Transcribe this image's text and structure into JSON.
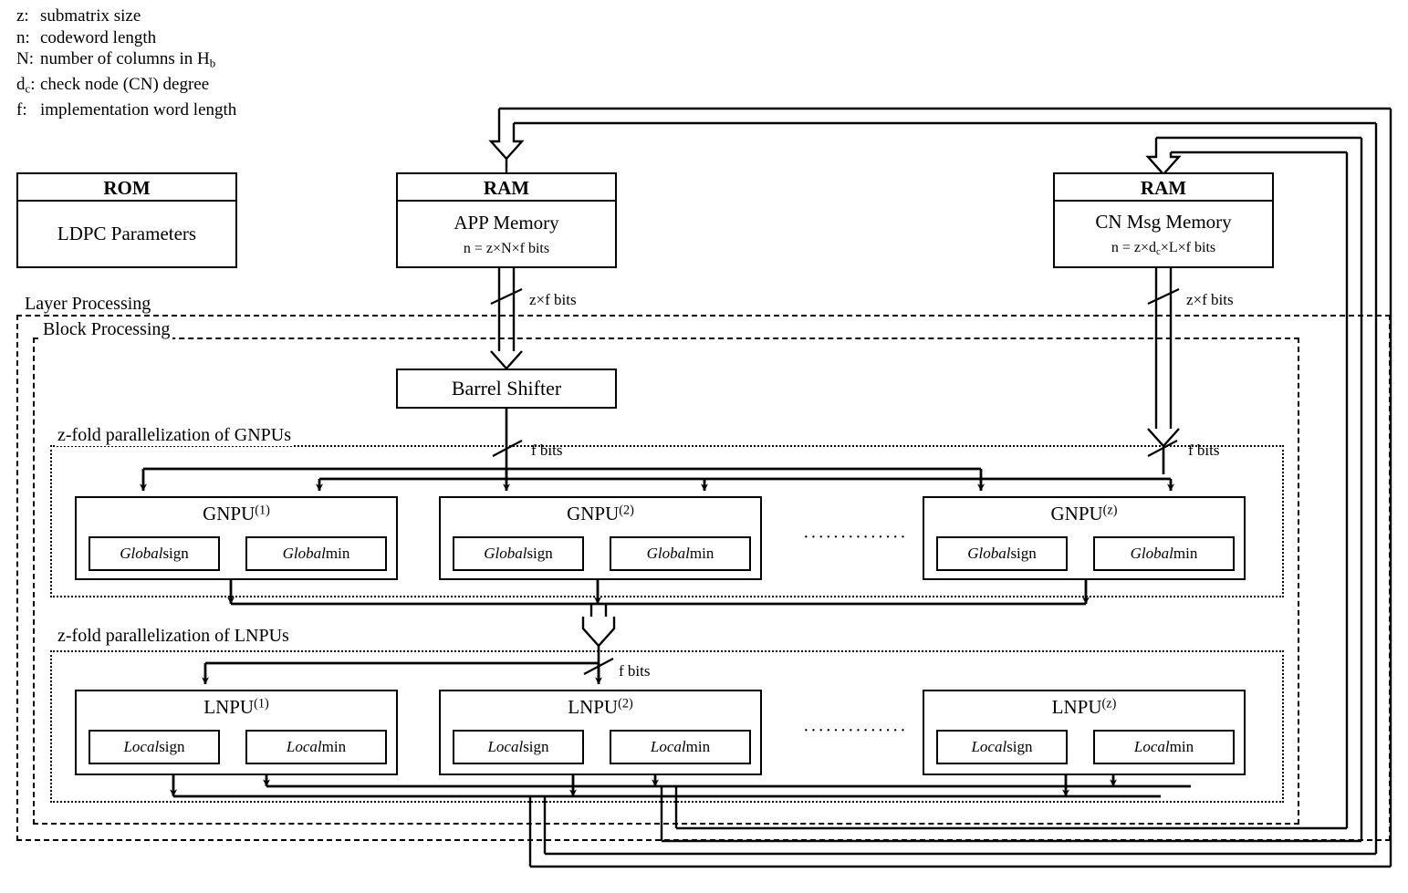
{
  "legend": {
    "items": [
      {
        "key": "z:",
        "text": "submatrix size"
      },
      {
        "key": "n:",
        "text": "codeword length"
      },
      {
        "key": "N:",
        "text": "number of columns in H",
        "sub": "b"
      },
      {
        "key": "d",
        "keysub": "c",
        "keytail": ":",
        "text": "check node  (CN) degree"
      },
      {
        "key": "f:",
        "text": "implementation word length"
      }
    ]
  },
  "blocks": {
    "rom": {
      "title": "ROM",
      "body": "LDPC Parameters"
    },
    "app_ram": {
      "title": "RAM",
      "name": "APP Memory",
      "size": "n = z×N×f bits"
    },
    "cn_ram": {
      "title": "RAM",
      "name": "CN Msg Memory",
      "size_pre": "n = z×d",
      "size_sub": "c",
      "size_post": "×L×f bits"
    },
    "barrel_shifter": {
      "label": "Barrel Shifter"
    }
  },
  "frames": {
    "layer_processing": "Layer Processing",
    "block_processing": "Block Processing",
    "gnpu_group": "z-fold parallelization of GNPUs",
    "lnpu_group": "z-fold parallelization of LNPUs"
  },
  "gnpus": [
    {
      "title": "GNPU",
      "index": "(1)",
      "sub_left_em": "Global",
      "sub_left": " sign",
      "sub_right_em": "Global",
      "sub_right": " min"
    },
    {
      "title": "GNPU",
      "index": "(2)",
      "sub_left_em": "Global",
      "sub_left": " sign",
      "sub_right_em": "Global",
      "sub_right": " min"
    },
    {
      "title": "GNPU",
      "index": "(z)",
      "sub_left_em": "Global",
      "sub_left": " sign",
      "sub_right_em": "Global",
      "sub_right": " min"
    }
  ],
  "lnpus": [
    {
      "title": "LNPU",
      "index": "(1)",
      "sub_left_em": "Local",
      "sub_left": " sign",
      "sub_right_em": "Local",
      "sub_right": " min"
    },
    {
      "title": "LNPU",
      "index": "(2)",
      "sub_left_em": "Local",
      "sub_left": " sign",
      "sub_right_em": "Local",
      "sub_right": " min"
    },
    {
      "title": "LNPU",
      "index": "(z)",
      "sub_left_em": "Local",
      "sub_left": " sign",
      "sub_right_em": "Local",
      "sub_right": " min"
    }
  ],
  "ellipsis": "··············",
  "wire_labels": {
    "app_bus": "z×f bits",
    "cn_bus": "z×f bits",
    "gnpu_in_left": "f bits",
    "gnpu_in_right": "f bits",
    "lnpu_in": "f bits"
  },
  "colors": {
    "stroke": "#000000",
    "background": "#ffffff"
  }
}
